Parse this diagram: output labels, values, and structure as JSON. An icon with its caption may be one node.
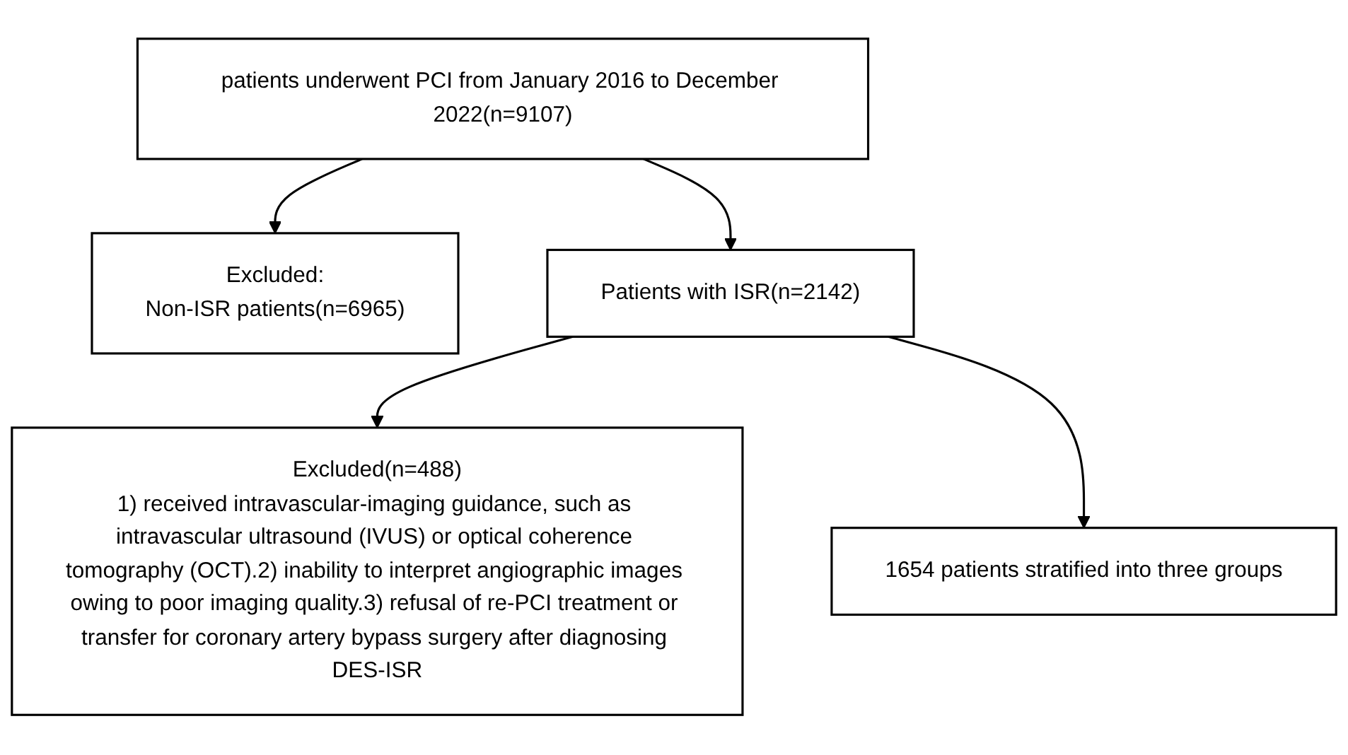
{
  "diagram": {
    "nodes": [
      {
        "text": [
          "patients underwent PCI from January 2016 to December 2022(n=9107)"
        ]
      },
      {
        "text": [
          "Excluded:",
          "Non-ISR patients(n=6965)"
        ]
      },
      {
        "text": [
          "Patients with ISR(n=2142)"
        ]
      },
      {
        "text": [
          "Excluded(n=488)",
          "1) received intravascular-imaging guidance, such as intravascular ultrasound (IVUS) or optical coherence tomography (OCT).2) inability to interpret angiographic images owing to poor imaging quality.3) refusal of re-PCI treatment or transfer for coronary artery bypass surgery after diagnosing DES-ISR"
        ]
      },
      {
        "text": [
          "1654 patients stratified into three groups"
        ]
      }
    ],
    "edges": [
      {
        "from": 0,
        "to": 1,
        "arrow": "to"
      },
      {
        "from": 0,
        "to": 2,
        "arrow": "to"
      },
      {
        "from": 2,
        "to": 3,
        "arrow": "to"
      },
      {
        "from": 2,
        "to": 4,
        "arrow": "to"
      }
    ]
  }
}
